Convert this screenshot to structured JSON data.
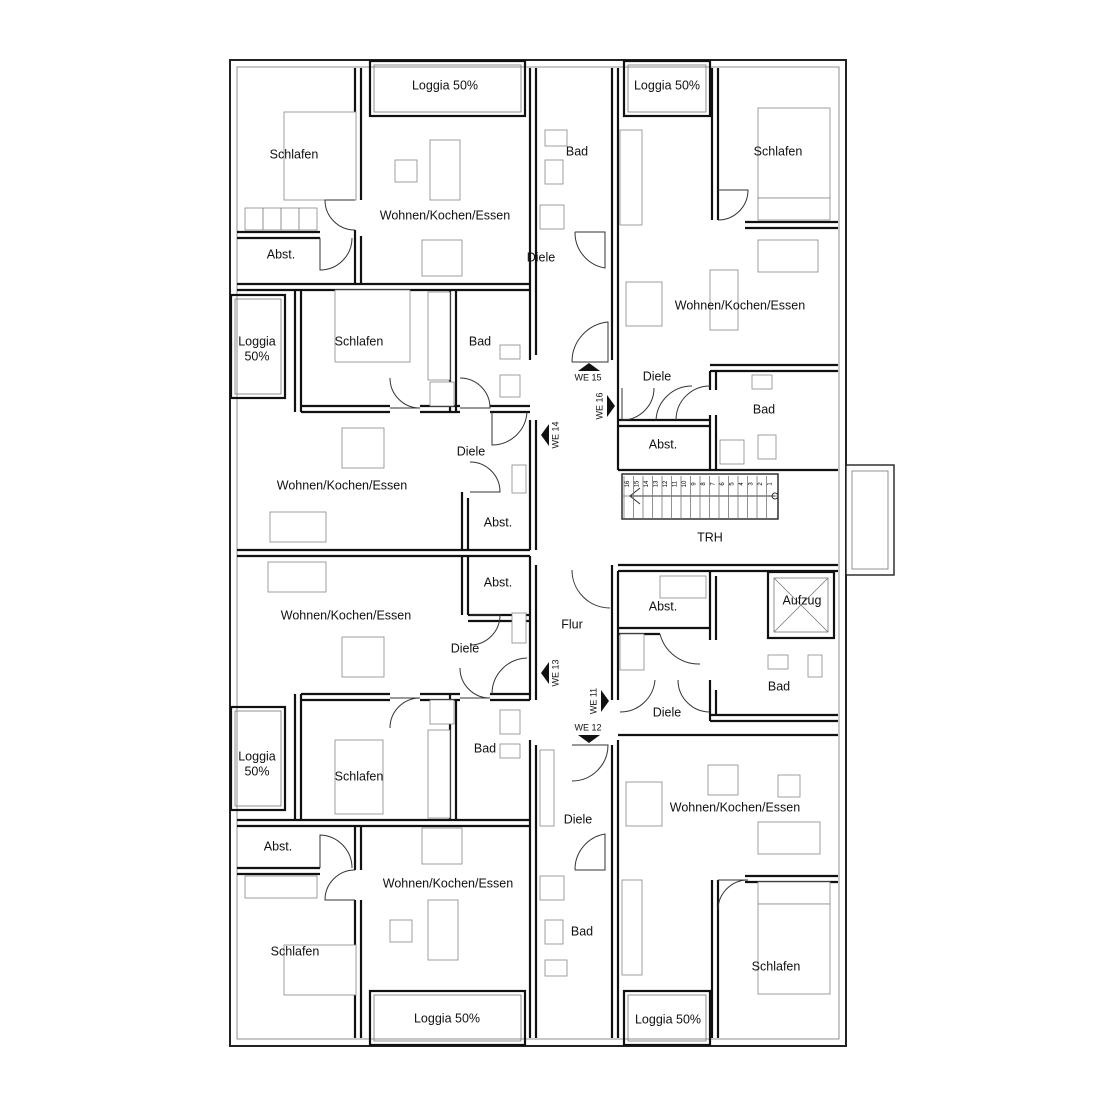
{
  "rooms": {
    "loggia_top_left": "Loggia 50%",
    "loggia_top_right": "Loggia 50%",
    "schlafen_top_left": "Schlafen",
    "wke_top_left": "Wohnen/Kochen/Essen",
    "bad_top_mid": "Bad",
    "schlafen_top_right": "Schlafen",
    "abst_top_left": "Abst.",
    "diele_top_mid": "Diele",
    "wke_top_right": "Wohnen/Kochen/Essen",
    "loggia_mid_left_1": "Loggia",
    "loggia_mid_left_2": "50%",
    "schlafen_we14": "Schlafen",
    "bad_we14": "Bad",
    "diele_we16": "Diele",
    "bad_we16": "Bad",
    "abst_we16": "Abst.",
    "diele_we14": "Diele",
    "wke_we14": "Wohnen/Kochen/Essen",
    "abst_we14": "Abst.",
    "trh": "TRH",
    "abst_we13": "Abst.",
    "abst_flur": "Abst.",
    "aufzug": "Aufzug",
    "wke_we13": "Wohnen/Kochen/Essen",
    "flur": "Flur",
    "diele_we13": "Diele",
    "bad_we11": "Bad",
    "diele_we11": "Diele",
    "loggia_low_left_1": "Loggia",
    "loggia_low_left_2": "50%",
    "schlafen_we13": "Schlafen",
    "bad_we13": "Bad",
    "wke_we11": "Wohnen/Kochen/Essen",
    "diele_we12": "Diele",
    "abst_bottom_left": "Abst.",
    "wke_bottom_left": "Wohnen/Kochen/Essen",
    "bad_bottom_mid": "Bad",
    "schlafen_bottom_left": "Schlafen",
    "schlafen_bottom_right": "Schlafen",
    "loggia_bottom_left": "Loggia 50%",
    "loggia_bottom_right": "Loggia 50%"
  },
  "units": {
    "we15": "WE 15",
    "we16": "WE 16",
    "we14": "WE 14",
    "we13": "WE 13",
    "we11": "WE 11",
    "we12": "WE 12"
  },
  "stairs": {
    "steps": [
      "16",
      "15",
      "14",
      "13",
      "12",
      "11",
      "10",
      "9",
      "8",
      "7",
      "6",
      "5",
      "4",
      "3",
      "2",
      "1"
    ]
  },
  "colors": {
    "wall": "#222222",
    "furniture": "#888888",
    "background": "#ffffff"
  }
}
